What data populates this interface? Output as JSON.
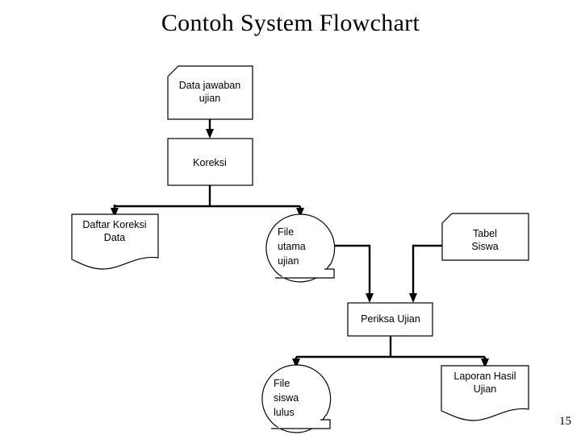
{
  "slide": {
    "title": "Contoh System Flowchart",
    "page_number": "15",
    "background_color": "#ffffff",
    "line_color": "#000000",
    "text_color": "#000000"
  },
  "nodes": {
    "data_jawaban": {
      "label_line1": "Data jawaban",
      "label_line2": "ujian",
      "shape": "card-cut-corner"
    },
    "koreksi": {
      "label_line1": "Koreksi",
      "shape": "process-rectangle"
    },
    "daftar_koreksi": {
      "label_line1": "Daftar Koreksi",
      "label_line2": "Data",
      "shape": "document-wavy"
    },
    "file_utama": {
      "label_line1": "File",
      "label_line2": "utama",
      "label_line3": "ujian",
      "shape": "magnetic-disk"
    },
    "tabel_siswa": {
      "label_line1": "Tabel",
      "label_line2": "Siswa",
      "shape": "card-cut-corner"
    },
    "periksa_ujian": {
      "label_line1": "Periksa Ujian",
      "shape": "process-rectangle"
    },
    "file_siswa_lulus": {
      "label_line1": "File",
      "label_line2": "siswa",
      "label_line3": "lulus",
      "shape": "magnetic-disk"
    },
    "laporan_hasil": {
      "label_line1": "Laporan Hasil",
      "label_line2": "Ujian",
      "shape": "document-wavy"
    }
  },
  "connectors": [
    {
      "name": "data-jawaban-to-koreksi",
      "from": "data_jawaban",
      "to": "koreksi"
    },
    {
      "name": "koreksi-to-daftar-koreksi",
      "from": "koreksi",
      "to": "daftar_koreksi"
    },
    {
      "name": "koreksi-to-file-utama",
      "from": "koreksi",
      "to": "file_utama"
    },
    {
      "name": "file-utama-to-periksa-ujian",
      "from": "file_utama",
      "to": "periksa_ujian"
    },
    {
      "name": "tabel-siswa-to-periksa-ujian",
      "from": "tabel_siswa",
      "to": "periksa_ujian"
    },
    {
      "name": "periksa-ujian-to-file-siswa-lulus",
      "from": "periksa_ujian",
      "to": "file_siswa_lulus"
    },
    {
      "name": "periksa-ujian-to-laporan-hasil",
      "from": "periksa_ujian",
      "to": "laporan_hasil"
    }
  ]
}
